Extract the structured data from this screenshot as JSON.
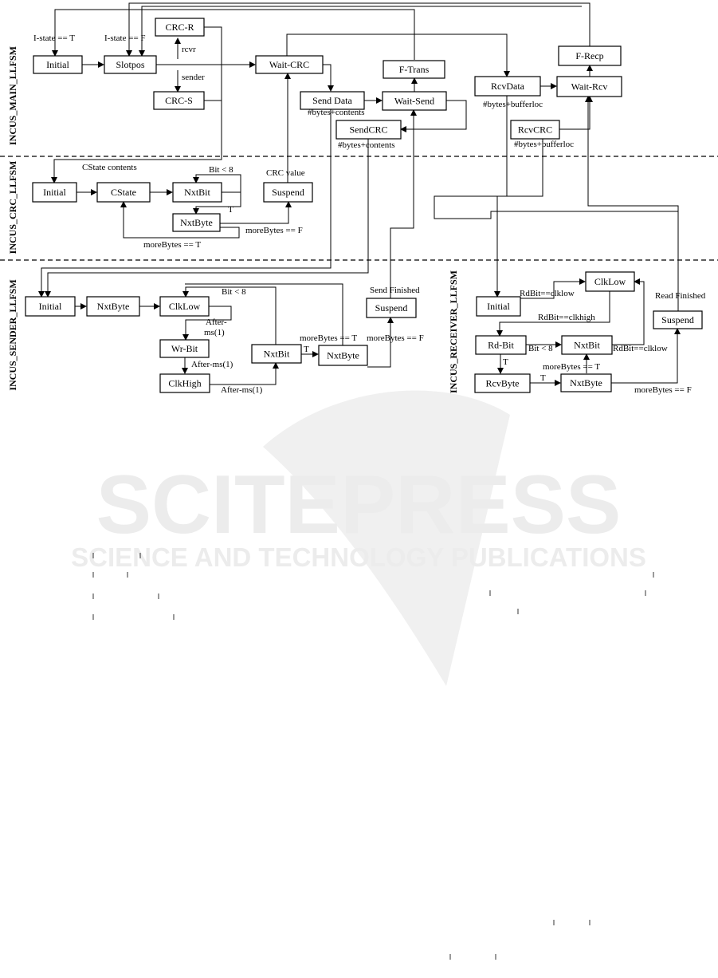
{
  "watermark": {
    "main": "SCITEPRESS",
    "sub": "SCIENCE AND TECHNOLOGY PUBLICATIONS"
  },
  "sections": {
    "main": "INCUS_MAIN_LLFSM",
    "crc": "INCUS_CRC_LLFSM",
    "sender": "INCUS_SENDER_LLFSM",
    "receiver": "INCUS_RECEIVER_LLFSM"
  },
  "states": {
    "main_initial": "Initial",
    "main_slotpos": "Slotpos",
    "main_crcr": "CRC-R",
    "main_crcs": "CRC-S",
    "main_waitcrc": "Wait-CRC",
    "main_senddata": "Send Data",
    "main_waitsend": "Wait-Send",
    "main_ftrans": "F-Trans",
    "main_sendcrc": "SendCRC",
    "main_rcvdata": "RcvData",
    "main_waitrcv": "Wait-Rcv",
    "main_frecp": "F-Recp",
    "main_rcvcrc": "RcvCRC",
    "crc_initial": "Initial",
    "crc_cstate": "CState",
    "crc_nxtbit": "NxtBit",
    "crc_nxtbyte": "NxtByte",
    "crc_suspend": "Suspend",
    "snd_initial": "Initial",
    "snd_nxtbyte": "NxtByte",
    "snd_clklow": "ClkLow",
    "snd_wrbit": "Wr-Bit",
    "snd_clkhigh": "ClkHigh",
    "snd_nxtbit": "NxtBit",
    "snd_nxtbyte2": "NxtByte",
    "snd_suspend": "Suspend",
    "rcv_initial": "Initial",
    "rcv_clklow": "ClkLow",
    "rcv_rdbit": "Rd-Bit",
    "rcv_nxtbit": "NxtBit",
    "rcv_rcvbyte": "RcvByte",
    "rcv_nxtbyte": "NxtByte",
    "rcv_suspend": "Suspend"
  },
  "labels": {
    "istate_t": "I-state == T",
    "istate_f": "I-state == F",
    "rcvr": "rcvr",
    "sender": "sender",
    "bytes_contents_1": "#bytes+contents",
    "bytes_contents_2": "#bytes+contents",
    "bytes_bufferloc_1": "#bytes+bufferloc",
    "bytes_bufferloc_2": "#bytes+bufferloc",
    "cstate_contents": "CState contents",
    "bit_lt8_crc": "Bit < 8",
    "t_crc": "T",
    "crc_value": "CRC value",
    "morebytes_f_crc": "moreBytes == F",
    "morebytes_t_crc": "moreBytes == T",
    "bit_lt8_snd": "Bit < 8",
    "after_ms_1a": "After-",
    "after_ms_1b": "ms(1)",
    "after_ms_2": "After-ms(1)",
    "after_ms_3": "After-ms(1)",
    "send_finished": "Send Finished",
    "morebytes_t_snd": "moreBytes == T",
    "t_snd": "T",
    "morebytes_f_snd": "moreBytes == F",
    "rdbit_clklow_1": "RdBit==clklow",
    "rdbit_clkhigh": "RdBit==clkhigh",
    "read_finished": "Read Finished",
    "bit_lt8_rcv": "Bit < 8",
    "rdbit_clklow_2": "RdBit==clklow",
    "t_rcv_1": "T",
    "t_rcv_2": "T",
    "morebytes_t_rcv": "moreBytes == T",
    "morebytes_f_rcv": "moreBytes == F"
  }
}
